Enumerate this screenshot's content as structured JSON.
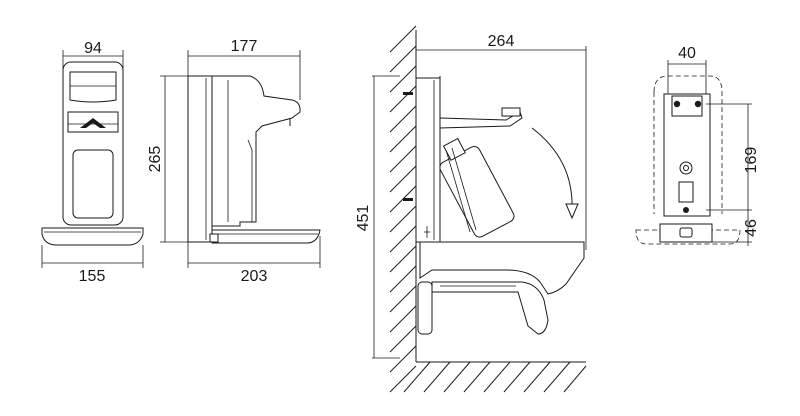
{
  "dimensions": {
    "front_width": "94",
    "front_base_width": "155",
    "side_depth": "177",
    "side_base_depth": "203",
    "side_height": "265",
    "wall_height": "451",
    "wall_depth": "264",
    "rear_hole_spacing": "40",
    "rear_hole_height": "169",
    "rear_bottom_offset": "46"
  }
}
